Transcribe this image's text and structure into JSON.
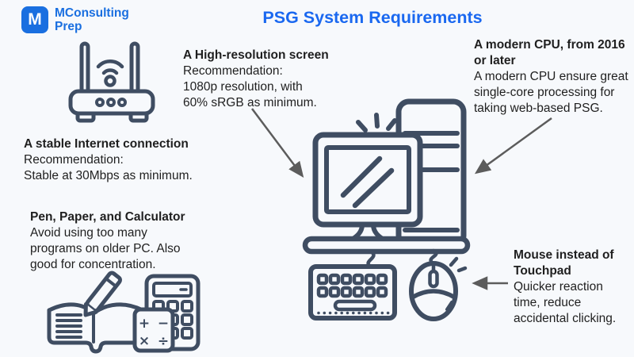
{
  "header": {
    "logo": {
      "monogram": "M",
      "line1": "MConsulting",
      "line2": "Prep",
      "color": "#1a6fe0"
    },
    "title": {
      "text": "PSG System Requirements",
      "color": "#1a68f0"
    }
  },
  "annotations": {
    "internet": {
      "heading": "A stable Internet connection",
      "lines": [
        "Recommendation:",
        "Stable at 30Mbps as minimum."
      ]
    },
    "screen": {
      "heading": "A High-resolution screen",
      "lines": [
        "Recommendation:",
        "1080p resolution, with",
        "60% sRGB as minimum."
      ]
    },
    "cpu": {
      "heading": "A modern CPU, from 2016 or later",
      "lines": [
        "A modern CPU ensure great",
        "single-core processing for",
        "taking web-based PSG."
      ]
    },
    "stationery": {
      "heading": "Pen, Paper, and Calculator",
      "lines": [
        "Avoid using too many",
        "programs on older PC. Also",
        "good for concentration."
      ]
    },
    "mouse": {
      "heading": "Mouse instead of Touchpad",
      "lines": [
        "Quicker reaction",
        "time, reduce",
        "accidental clicking."
      ]
    }
  },
  "icons": {
    "router": "wifi-router-icon",
    "computer": "desktop-computer-icon",
    "keyboard": "keyboard-icon",
    "mouse": "mouse-icon",
    "stationery": "notebook-pencil-calculator-icon",
    "calculator_symbols": {
      "plus": "+",
      "minus": "−",
      "times": "×",
      "divide": "÷"
    }
  },
  "colors": {
    "background": "#f7f9fc",
    "illustration_stroke": "#3f4d62",
    "arrow": "#5c5c5c",
    "text": "#1f1f1f"
  }
}
